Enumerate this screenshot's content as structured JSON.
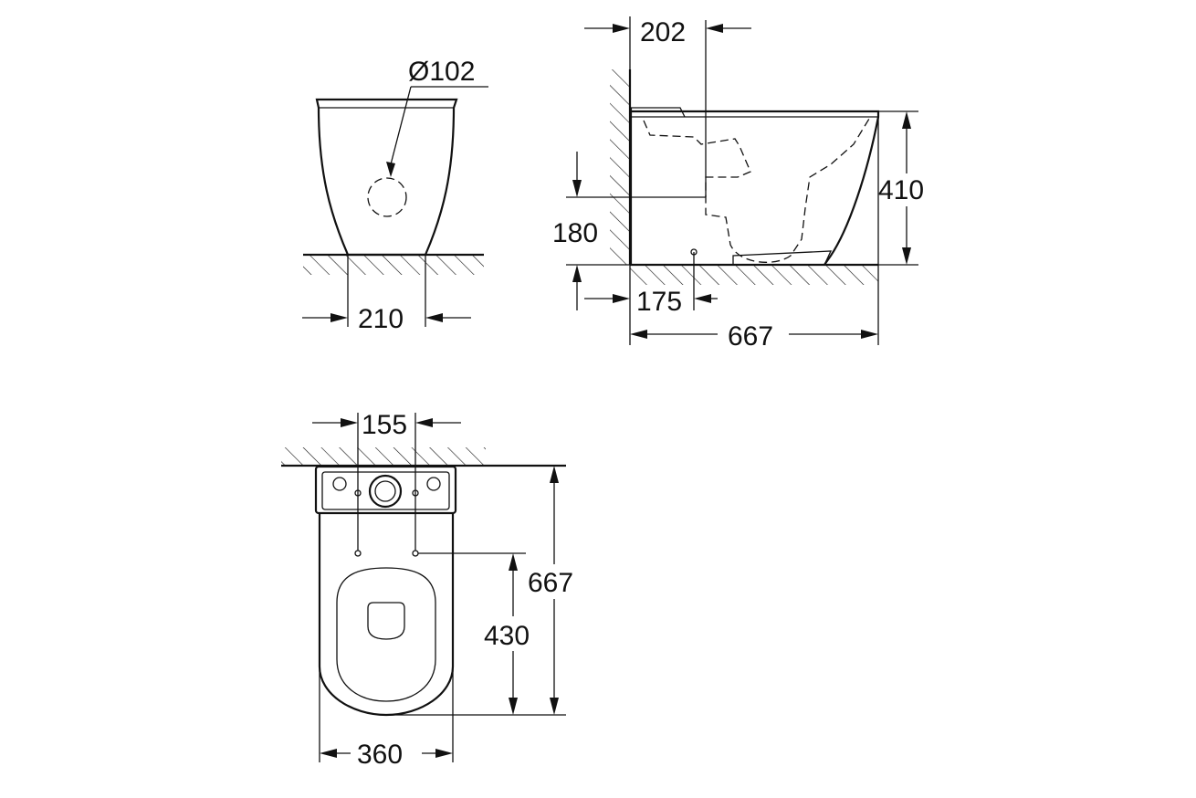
{
  "dimensions": {
    "outlet_diameter": "Ø102",
    "base_width": "210",
    "wall_to_outlet": "202",
    "outlet_height": "180",
    "wall_to_fixing": "175",
    "total_depth_side": "667",
    "total_height": "410",
    "fixing_spacing": "155",
    "total_depth_top": "667",
    "fixing_to_front": "430",
    "total_width": "360"
  }
}
